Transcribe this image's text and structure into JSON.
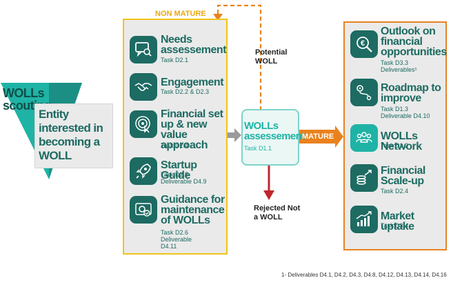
{
  "left": {
    "scouting": "WOLLs scouting",
    "entity": "Entity interested in becoming a WOLL"
  },
  "non_mature": {
    "label": "NON MATURE",
    "items": [
      {
        "title": "Needs assessement",
        "sub": "Task D2.1",
        "icon": "chat-search-icon"
      },
      {
        "title": "Engagement",
        "sub": "Task D2.2 & D2.3",
        "icon": "handshake-icon"
      },
      {
        "title": "Financial set up & new value approach",
        "sub": "Task D2.4",
        "icon": "target-click-icon"
      },
      {
        "title": "Startup Guide",
        "sub": "Task D2.5 Deliverable D4.9",
        "icon": "rocket-icon"
      },
      {
        "title": "Guidance for maintenance of WOLLs",
        "sub": "Task D2.6 Deliverable D4.11",
        "icon": "gear-check-icon"
      }
    ]
  },
  "center": {
    "potential": "Potential WOLL",
    "assessment_title": "WOLLs assessement",
    "assessment_sub": "Task D1.1",
    "mature": "MATURE",
    "rejected": "Rejected Not a WOLL"
  },
  "mature_items": [
    {
      "title": "Outlook on financial opportunities",
      "sub": "Task D3.3 Deliverables¹",
      "icon": "euro-search-icon"
    },
    {
      "title": "Roadmap to improve",
      "sub": "Task D1.3 Deliverable D4.10",
      "icon": "route-icon"
    },
    {
      "title": "WOLLs Network",
      "sub": "Task D1.2",
      "icon": "people-icon"
    },
    {
      "title": "Financial Scale-up",
      "sub": "Task D2.4",
      "icon": "coins-growth-icon"
    },
    {
      "title": "Market uptake",
      "sub": "Task D3.4",
      "icon": "bar-growth-icon"
    }
  ],
  "footnote": "1- Deliverables D4.1, D4.2, D4.3, D4.8, D4.12, D4.13, D4.14, D4.16",
  "colors": {
    "teal": "#1d6b62",
    "light_teal": "#1fb3a5",
    "yellow": "#f0c419",
    "orange": "#e9821e",
    "red": "#c0262d"
  }
}
